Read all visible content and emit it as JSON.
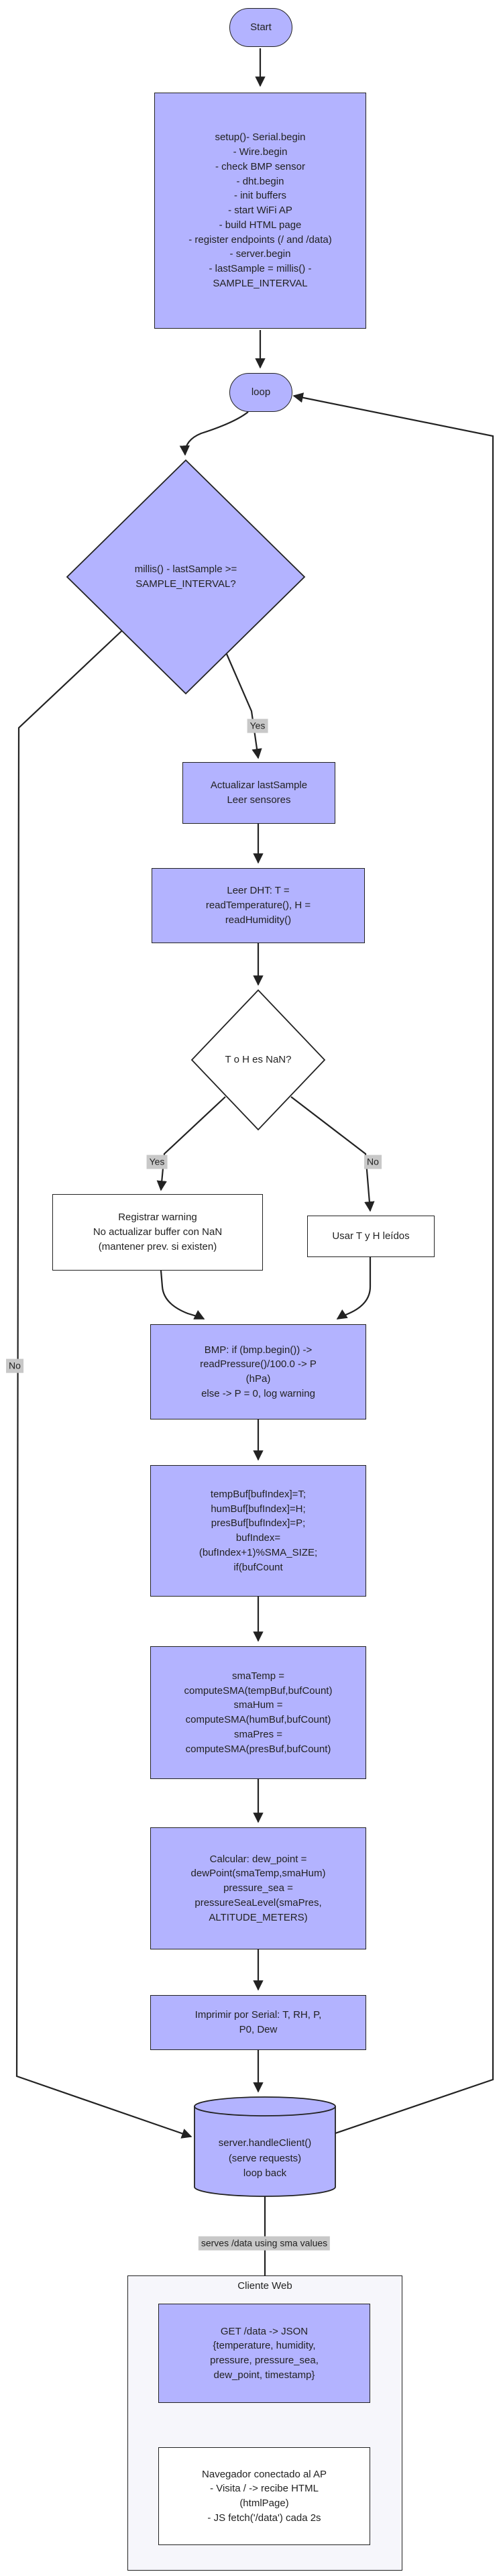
{
  "nodes": {
    "start": "Start",
    "setup": "setup()- Serial.begin\n- Wire.begin\n- check BMP sensor\n- dht.begin\n- init buffers\n- start WiFi AP\n- build HTML page\n- register endpoints (/ and /data)\n- server.begin\n- lastSample = millis() -\nSAMPLE_INTERVAL",
    "loop": "loop",
    "check_interval": "millis() - lastSample >=\nSAMPLE_INTERVAL?",
    "update_sample": "Actualizar lastSample\nLeer sensores",
    "read_dht": "Leer DHT: T =\nreadTemperature(), H =\nreadHumidity()",
    "nan_check": "T o H es NaN?",
    "register_warning": "Registrar warning\nNo actualizar buffer con NaN\n(mantener prev. si existen)",
    "use_values": "Usar T y H leídos",
    "bmp": "BMP: if (bmp.begin()) ->\nreadPressure()/100.0 -> P\n(hPa)\nelse -> P = 0, log warning",
    "buffers": "tempBuf[bufIndex]=T;\nhumBuf[bufIndex]=H;\npresBuf[bufIndex]=P;\nbufIndex=\n(bufIndex+1)%SMA_SIZE;\nif(bufCount",
    "sma": "smaTemp =\ncomputeSMA(tempBuf,bufCount)\nsmaHum =\ncomputeSMA(humBuf,bufCount)\nsmaPres =\ncomputeSMA(presBuf,bufCount)",
    "calc": "Calcular: dew_point =\ndewPoint(smaTemp,smaHum)\npressure_sea =\npressureSeaLevel(smaPres,\nALTITUDE_METERS)",
    "print": "Imprimir por Serial: T, RH, P,\nP0, Dew",
    "handle_client": "server.handleClient()\n(serve requests)\nloop back",
    "get_data": "GET /data -> JSON\n{temperature, humidity,\npressure, pressure_sea,\ndew_point, timestamp}",
    "browser": "Navegador conectado al AP\n- Visita / -> recibe HTML\n(htmlPage)\n- JS fetch('/data') cada 2s"
  },
  "edge_labels": {
    "yes_interval": "Yes",
    "no_interval": "No",
    "yes_nan": "Yes",
    "no_nan": "No",
    "serves": "serves /data using sma values"
  },
  "cluster": {
    "title": "Cliente Web"
  },
  "colors": {
    "process_fill": "#b3b3ff",
    "stroke": "#222222",
    "label_bg": "#c8c8c8",
    "cluster_bg": "#f6f6fb"
  }
}
